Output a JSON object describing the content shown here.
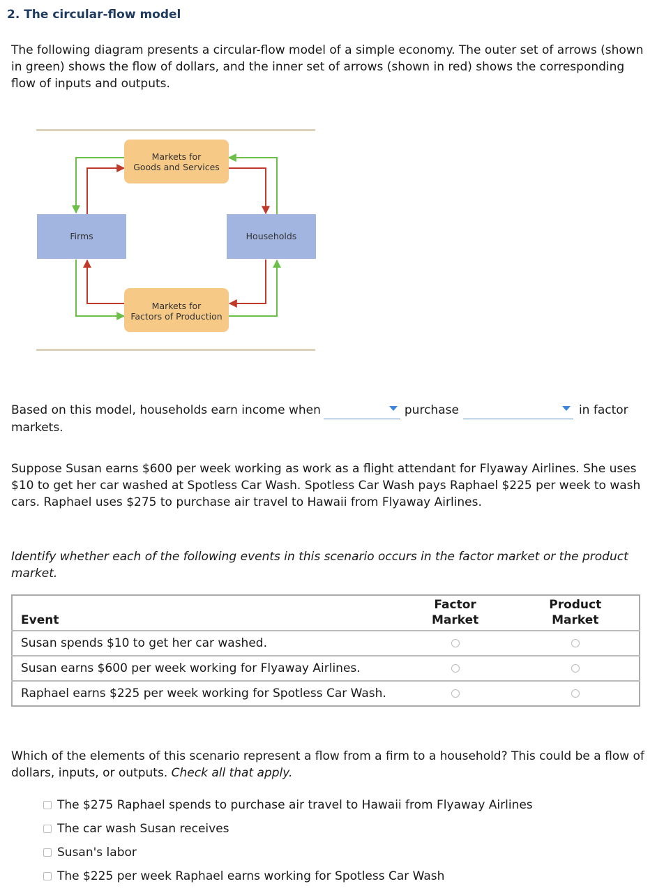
{
  "title": "2. The circular-flow model",
  "intro": "The following diagram presents a circular-flow model of a simple economy. The outer set of arrows (shown in green) shows the flow of dollars, and the inner set of arrows (shown in red) shows the corresponding flow of inputs and outputs.",
  "diagram": {
    "goods_market_line1": "Markets for",
    "goods_market_line2": "Goods and Services",
    "factor_market_line1": "Markets for",
    "factor_market_line2": "Factors of Production",
    "firms": "Firms",
    "households": "Households",
    "colors": {
      "green": "#6cc04a",
      "red": "#c0392b",
      "market_box": "#f6c987",
      "sector_box": "#a2b4e0",
      "rule": "#ddd3b8"
    }
  },
  "question1": {
    "text_before": "Based on this model, households earn income when",
    "dropdown1_value": "",
    "text_middle": "purchase",
    "dropdown2_value": "",
    "text_after": "in factor markets."
  },
  "scenario": "Suppose Susan earns $600 per week working as work as a flight attendant for Flyaway Airlines. She uses $10 to get her car washed at Spotless Car Wash. Spotless Car Wash pays Raphael $225 per week to wash cars. Raphael uses $275 to purchase air travel to Hawaii from Flyaway Airlines.",
  "instructions": "Identify whether each of the following events in this scenario occurs in the factor market or the product market.",
  "table": {
    "col_event": "Event",
    "col_factor_line1": "Factor",
    "col_factor_line2": "Market",
    "col_product_line1": "Product",
    "col_product_line2": "Market",
    "rows": [
      {
        "event": "Susan spends $10 to get her car washed."
      },
      {
        "event": "Susan earns $600 per week working for Flyaway Airlines."
      },
      {
        "event": "Raphael earns $225 per week working for Spotless Car Wash."
      }
    ]
  },
  "question3": {
    "text": "Which of the elements of this scenario represent a flow from a firm to a household? This could be a flow of dollars, inputs, or outputs.",
    "hint": "Check all that apply.",
    "options": [
      "The $275 Raphael spends to purchase air travel to Hawaii from Flyaway Airlines",
      "The car wash Susan receives",
      "Susan's labor",
      "The $225 per week Raphael earns working for Spotless Car Wash"
    ]
  }
}
